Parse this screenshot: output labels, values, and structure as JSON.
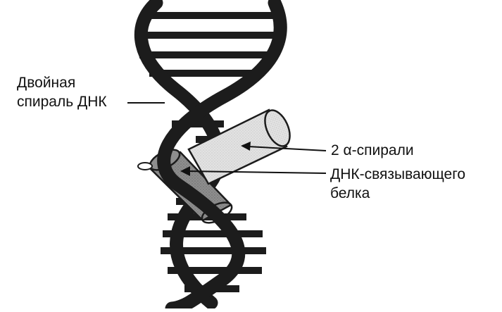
{
  "labels": {
    "dna_helix_line1": "Двойная",
    "dna_helix_line2": "спираль ДНК",
    "alpha_helices": "2 α-спирали",
    "protein_line1": "ДНК-связывающего",
    "protein_line2": "белка"
  },
  "colors": {
    "strand": "#1c1c1c",
    "rung": "#1c1c1c",
    "helix_light": "#dcdcdc",
    "helix_dark": "#8a8a8a",
    "leader_line": "#111111",
    "background": "#ffffff"
  }
}
